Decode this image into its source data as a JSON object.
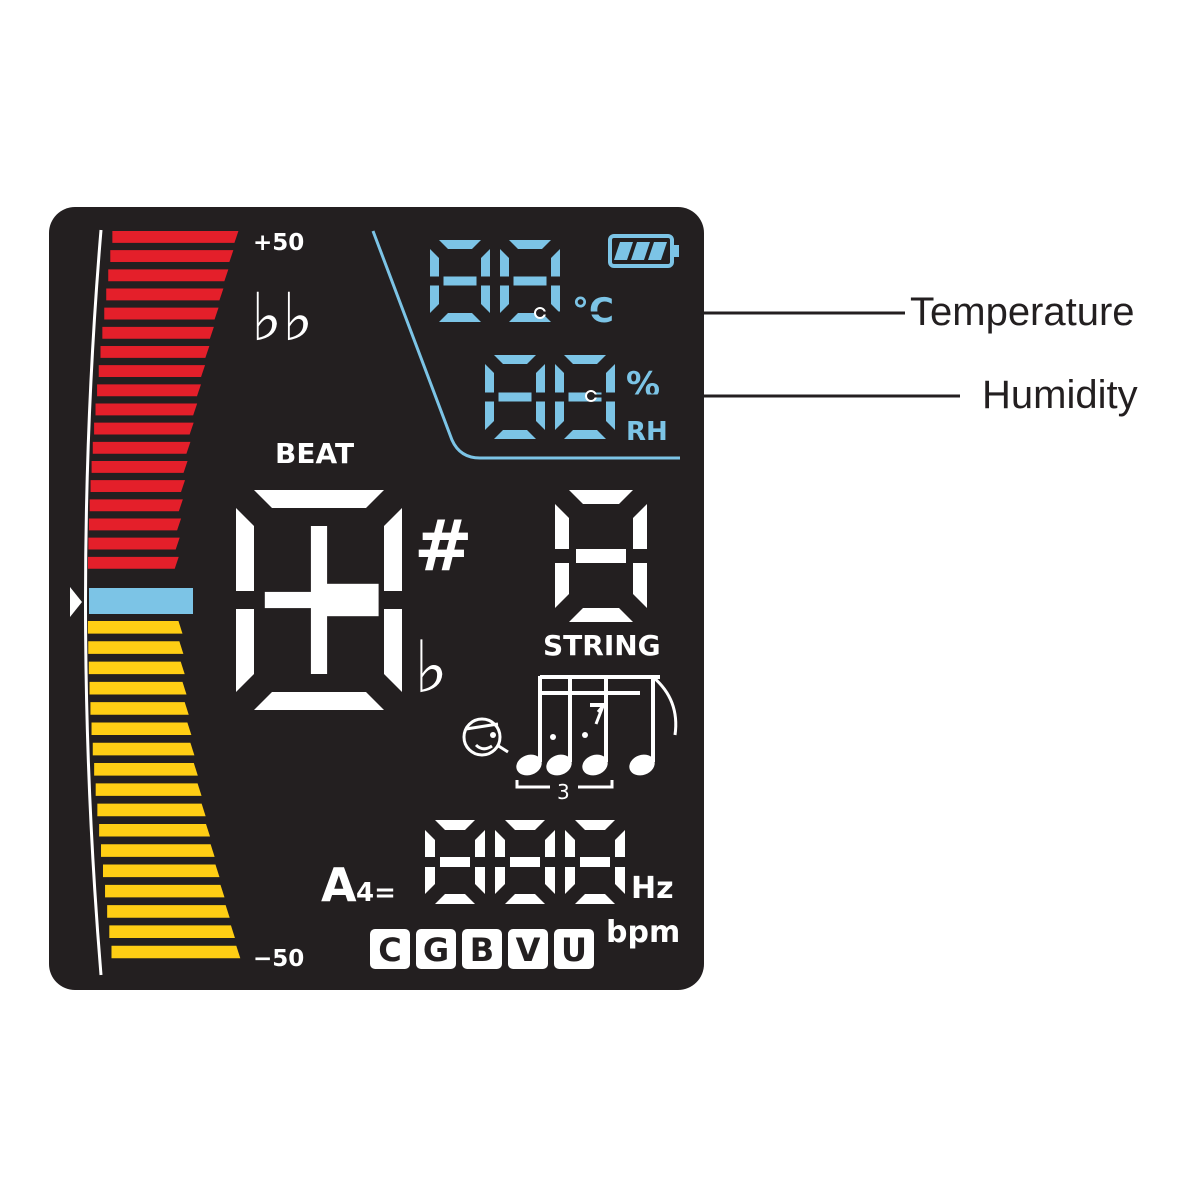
{
  "colors": {
    "panel_bg": "#231f20",
    "segment_white": "#ffffff",
    "segment_blue": "#7cc4e6",
    "meter_sharp": "#e41f2a",
    "meter_flat": "#ffce14",
    "meter_center": "#7cc4e6",
    "callout_line": "#231f20"
  },
  "meter": {
    "top_label": "+50",
    "bottom_label": "−50",
    "red_bar_count": 18,
    "yellow_bar_count": 17
  },
  "labels": {
    "double_flat": "♭♭",
    "beat": "BEAT",
    "sharp": "#",
    "flat": "♭",
    "string": "STRING",
    "celsius": "°C",
    "percent": "%",
    "rh": "RH",
    "a4": "A",
    "a4_sub": "4=",
    "hz": "Hz",
    "bpm": "bpm",
    "triplet": "3"
  },
  "modes": [
    "C",
    "G",
    "B",
    "V",
    "U"
  ],
  "callouts": {
    "temperature": "Temperature",
    "humidity": "Humidity"
  },
  "icons": {
    "battery": "battery-icon",
    "metronome": "metronome-face-icon",
    "rhythm": "rhythm-notes-icon"
  }
}
